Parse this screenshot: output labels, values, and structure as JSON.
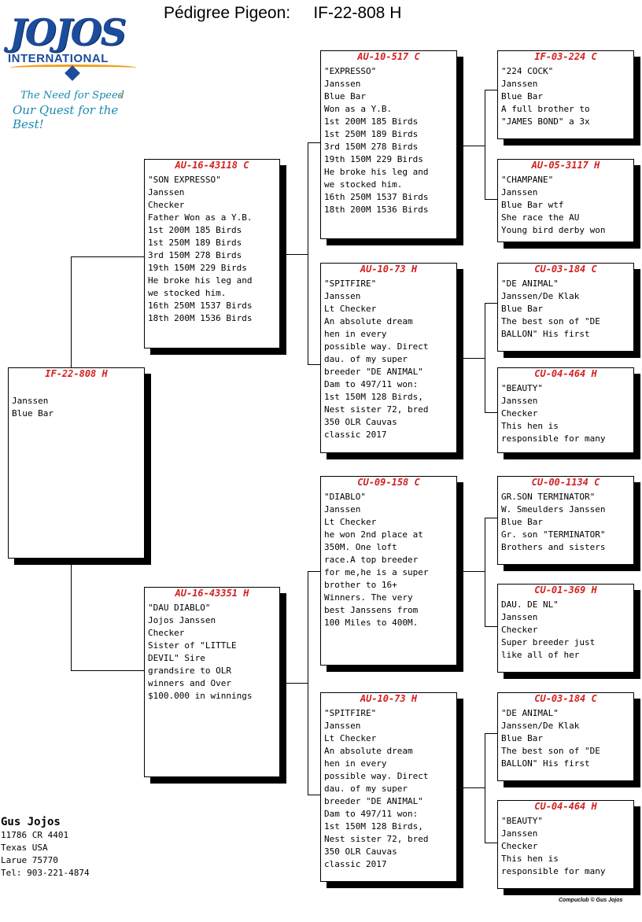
{
  "logo": {
    "word": "JOJOS",
    "international": "INTERNATIONAL",
    "tagline1": "The Need for Speed",
    "tagline2": "Our Quest for the Best!"
  },
  "title": {
    "label": "Pédigree Pigeon:",
    "ring": "IF-22-808 H"
  },
  "pigeons": {
    "subject": {
      "id": "IF-22-808 H",
      "lines": [
        "",
        "Janssen",
        "Blue Bar"
      ]
    },
    "sire": {
      "id": "AU-16-43118 C",
      "lines": [
        "\"SON EXPRESSO\"",
        "Janssen",
        "Checker",
        "Father Won as a Y.B.",
        "1st 200M 185 Birds",
        "1st 250M 189 Birds",
        "3rd 150M 278 Birds",
        "19th 150M 229 Birds",
        "He broke his leg and",
        "we stocked him.",
        "16th 250M 1537 Birds",
        "18th 200M 1536 Birds"
      ]
    },
    "dam": {
      "id": "AU-16-43351 H",
      "lines": [
        "\"DAU DIABLO\"",
        "Jojos Janssen",
        "Checker",
        "Sister of \"LITTLE",
        "DEVIL\" Sire",
        "grandsire to OLR",
        "winners and Over",
        "$100.000 in winnings"
      ]
    },
    "ss": {
      "id": "AU-10-517 C",
      "lines": [
        "\"EXPRESSO\"",
        "Janssen",
        "Blue Bar",
        "Won as a Y.B.",
        "1st 200M 185 Birds",
        "1st 250M 189 Birds",
        "3rd 150M 278 Birds",
        "19th 150M 229 Birds",
        "He broke his leg and",
        "we stocked him.",
        "16th 250M 1537 Birds",
        "18th 200M 1536 Birds"
      ]
    },
    "sd": {
      "id": "AU-10-73 H",
      "lines": [
        "\"SPITFIRE\"",
        "Janssen",
        "Lt Checker",
        "An absolute dream",
        "hen in every",
        "possible way. Direct",
        "dau. of my super",
        "breeder \"DE ANIMAL\"",
        "Dam to 497/11 won:",
        "1st 150M 128 Birds,",
        "Nest sister 72, bred",
        "350 OLR Cauvas",
        "classic 2017"
      ]
    },
    "ds": {
      "id": "CU-09-158 C",
      "lines": [
        "\"DIABLO\"",
        "Janssen",
        "Lt Checker",
        "he won 2nd place at",
        "350M. One loft",
        "race.A top breeder",
        "for me,he is a super",
        "brother to 16+",
        "Winners. The very",
        "best Janssens from",
        "100 Miles to 400M."
      ]
    },
    "dd": {
      "id": "AU-10-73 H",
      "lines": [
        "\"SPITFIRE\"",
        "Janssen",
        "Lt Checker",
        "An absolute dream",
        "hen in every",
        "possible way. Direct",
        "dau. of my super",
        "breeder \"DE ANIMAL\"",
        "Dam to 497/11 won:",
        "1st 150M 128 Birds,",
        "Nest sister 72, bred",
        "350 OLR Cauvas",
        "classic 2017"
      ]
    },
    "sss": {
      "id": "IF-03-224 C",
      "lines": [
        "\"224 COCK\"",
        "Janssen",
        "Blue Bar",
        "A full brother to",
        "\"JAMES BOND\" a 3x"
      ]
    },
    "ssd": {
      "id": "AU-05-3117 H",
      "lines": [
        "\"CHAMPANE\"",
        "Janssen",
        "Blue Bar wtf",
        "She race the AU",
        "Young bird derby won"
      ]
    },
    "sds": {
      "id": "CU-03-184 C",
      "lines": [
        "\"DE ANIMAL\"",
        "Janssen/De Klak",
        "Blue Bar",
        "The best son of \"DE",
        "BALLON\" His first"
      ]
    },
    "sdd": {
      "id": "CU-04-464 H",
      "lines": [
        "\"BEAUTY\"",
        "Janssen",
        "Checker",
        "This hen is",
        "responsible for many"
      ]
    },
    "dss": {
      "id": "CU-00-1134 C",
      "lines": [
        "GR.SON TERMINATOR\"",
        "W. Smeulders Janssen",
        "Blue Bar",
        "Gr. son \"TERMINATOR\"",
        "Brothers and sisters"
      ]
    },
    "dsd": {
      "id": "CU-01-369 H",
      "lines": [
        "DAU. DE NL\"",
        "Janssen",
        "Checker",
        "Super breeder just",
        "like all of her"
      ]
    },
    "dds": {
      "id": "CU-03-184 C",
      "lines": [
        "\"DE ANIMAL\"",
        "Janssen/De Klak",
        "Blue Bar",
        "The best son of \"DE",
        "BALLON\" His first"
      ]
    },
    "ddd": {
      "id": "CU-04-464 H",
      "lines": [
        "\"BEAUTY\"",
        "Janssen",
        "Checker",
        "This hen is",
        "responsible for many"
      ]
    }
  },
  "breeder": {
    "name": "Gus Jojos",
    "lines": [
      "11786 CR 4401",
      "Texas USA",
      "Larue 75770",
      "Tel: 903-221-4874"
    ]
  },
  "credit": "Compuclub © Gus Jojos"
}
